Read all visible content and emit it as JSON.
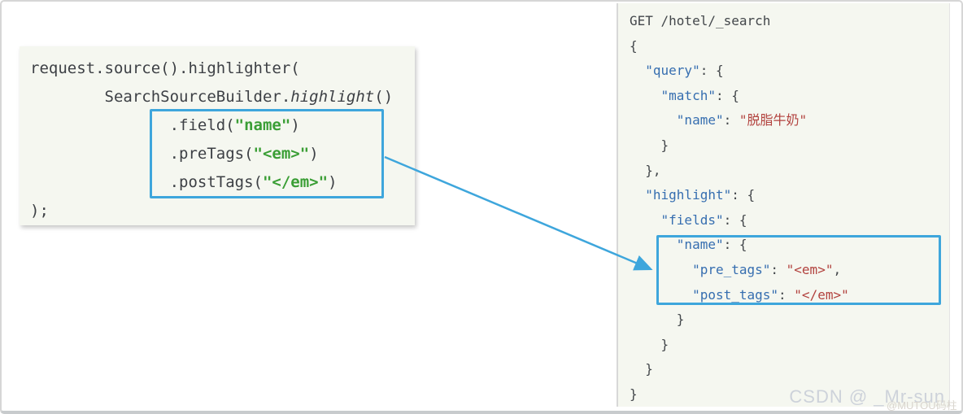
{
  "left_panel": {
    "language": "java",
    "lines": [
      [
        {
          "t": "request.source().highlighter(",
          "c": "plain"
        }
      ],
      [
        {
          "t": "        SearchSourceBuilder.",
          "c": "plain"
        },
        {
          "t": "highlight",
          "c": "italic"
        },
        {
          "t": "()",
          "c": "plain"
        }
      ],
      [
        {
          "t": "               .field(",
          "c": "plain"
        },
        {
          "t": "\"name\"",
          "c": "green"
        },
        {
          "t": ")",
          "c": "plain"
        }
      ],
      [
        {
          "t": "               .preTags(",
          "c": "plain"
        },
        {
          "t": "\"<em>\"",
          "c": "green"
        },
        {
          "t": ")",
          "c": "plain"
        }
      ],
      [
        {
          "t": "               .postTags(",
          "c": "plain"
        },
        {
          "t": "\"</em>\"",
          "c": "green"
        },
        {
          "t": ")",
          "c": "plain"
        }
      ],
      [
        {
          "t": ");",
          "c": "plain"
        }
      ]
    ]
  },
  "right_panel": {
    "language": "elasticsearch-dsl",
    "request_line": "GET /hotel/_search",
    "lines": [
      [
        {
          "t": "GET /hotel/_search",
          "c": "plain"
        }
      ],
      [
        {
          "t": "{",
          "c": "plain"
        }
      ],
      [
        {
          "t": "  ",
          "c": "plain"
        },
        {
          "t": "\"query\"",
          "c": "key"
        },
        {
          "t": ": {",
          "c": "plain"
        }
      ],
      [
        {
          "t": "    ",
          "c": "plain"
        },
        {
          "t": "\"match\"",
          "c": "key"
        },
        {
          "t": ": {",
          "c": "plain"
        }
      ],
      [
        {
          "t": "      ",
          "c": "plain"
        },
        {
          "t": "\"name\"",
          "c": "key"
        },
        {
          "t": ": ",
          "c": "plain"
        },
        {
          "t": "\"脱脂牛奶\"",
          "c": "str"
        }
      ],
      [
        {
          "t": "    }",
          "c": "plain"
        }
      ],
      [
        {
          "t": "  },",
          "c": "plain"
        }
      ],
      [
        {
          "t": "  ",
          "c": "plain"
        },
        {
          "t": "\"highlight\"",
          "c": "key"
        },
        {
          "t": ": {",
          "c": "plain"
        }
      ],
      [
        {
          "t": "    ",
          "c": "plain"
        },
        {
          "t": "\"fields\"",
          "c": "key"
        },
        {
          "t": ": {",
          "c": "plain"
        }
      ],
      [
        {
          "t": "      ",
          "c": "plain"
        },
        {
          "t": "\"name\"",
          "c": "key"
        },
        {
          "t": ": {",
          "c": "plain"
        }
      ],
      [
        {
          "t": "        ",
          "c": "plain"
        },
        {
          "t": "\"pre_tags\"",
          "c": "key"
        },
        {
          "t": ": ",
          "c": "plain"
        },
        {
          "t": "\"<em>\"",
          "c": "str"
        },
        {
          "t": ",",
          "c": "plain"
        }
      ],
      [
        {
          "t": "        ",
          "c": "plain"
        },
        {
          "t": "\"post_tags\"",
          "c": "key"
        },
        {
          "t": ": ",
          "c": "plain"
        },
        {
          "t": "\"</em>\"",
          "c": "str"
        }
      ],
      [
        {
          "t": "      }",
          "c": "plain"
        }
      ],
      [
        {
          "t": "    }",
          "c": "plain"
        }
      ],
      [
        {
          "t": "  }",
          "c": "plain"
        }
      ],
      [
        {
          "t": "}",
          "c": "plain"
        }
      ]
    ]
  },
  "watermark": {
    "main": "CSDN @ _Mr-sun",
    "secondary": "@MUTOU码柱"
  },
  "colors": {
    "accent_blue": "#3ea6dc",
    "json_key_blue": "#366eb0",
    "json_string_red": "#b2423e",
    "java_string_green": "#3a9e35",
    "panel_background": "#f5f7f0",
    "frame_border": "#d6d6d6",
    "watermark_gray": "#cdd2da"
  }
}
